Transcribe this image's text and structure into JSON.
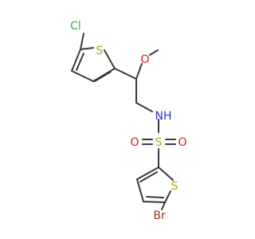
{
  "atoms": {
    "cl": {
      "label": "Cl",
      "color": "#3cb043"
    },
    "s_top": {
      "label": "S",
      "color": "#b5a600"
    },
    "o_methoxy": {
      "label": "O",
      "color": "#e8141e"
    },
    "nh": {
      "label": "NH",
      "color": "#2f2fd6"
    },
    "s_sulfonyl": {
      "label": "S",
      "color": "#b5a600"
    },
    "o_left": {
      "label": "O",
      "color": "#e8141e"
    },
    "o_right": {
      "label": "O",
      "color": "#e8141e"
    },
    "s_bottom": {
      "label": "S",
      "color": "#b5a600"
    },
    "br": {
      "label": "Br",
      "color": "#9a3a1a"
    }
  },
  "bond_color": "#3a3a3a"
}
